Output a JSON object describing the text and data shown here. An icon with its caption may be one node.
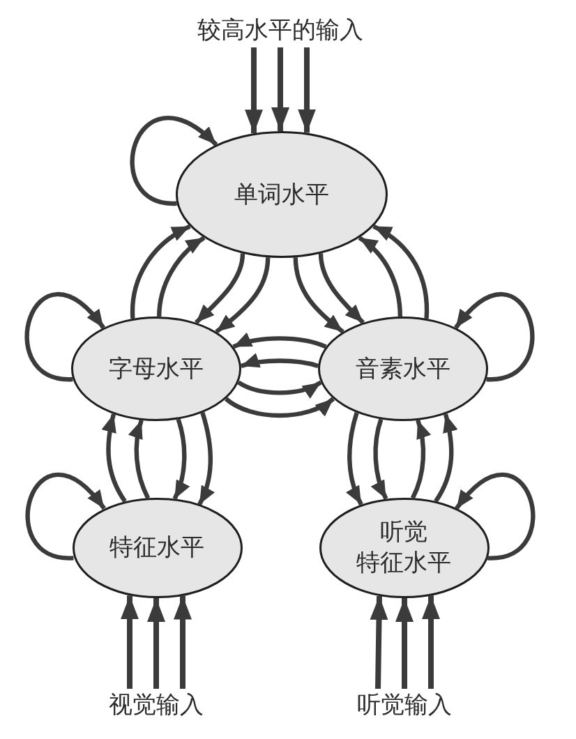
{
  "diagram": {
    "nodes": [
      {
        "text": [
          "较高水平的输入"
        ]
      },
      {
        "text": [
          "单词水平"
        ]
      },
      {
        "text": [
          "字母水平"
        ]
      },
      {
        "text": [
          "音素水平"
        ]
      },
      {
        "text": [
          "特征水平"
        ]
      },
      {
        "text": [
          "听觉特征水平"
        ]
      },
      {
        "text": [
          "视觉输入"
        ]
      },
      {
        "text": [
          "听觉输入"
        ]
      }
    ],
    "edges": [
      {
        "from": 0,
        "to": 1,
        "arrow": "to"
      },
      {
        "from": 0,
        "to": 1,
        "arrow": "to"
      },
      {
        "from": 0,
        "to": 1,
        "arrow": "to"
      },
      {
        "from": 1,
        "to": 1,
        "arrow": "to"
      },
      {
        "from": 2,
        "to": 2,
        "arrow": "to"
      },
      {
        "from": 3,
        "to": 3,
        "arrow": "to"
      },
      {
        "from": 4,
        "to": 4,
        "arrow": "to"
      },
      {
        "from": 5,
        "to": 5,
        "arrow": "to"
      },
      {
        "from": 2,
        "to": 1,
        "arrow": "to"
      },
      {
        "from": 2,
        "to": 1,
        "arrow": "to"
      },
      {
        "from": 1,
        "to": 2,
        "arrow": "to"
      },
      {
        "from": 1,
        "to": 2,
        "arrow": "to"
      },
      {
        "from": 1,
        "to": 3,
        "arrow": "to"
      },
      {
        "from": 1,
        "to": 3,
        "arrow": "to"
      },
      {
        "from": 3,
        "to": 1,
        "arrow": "to"
      },
      {
        "from": 3,
        "to": 1,
        "arrow": "to"
      },
      {
        "from": 3,
        "to": 2,
        "arrow": "to"
      },
      {
        "from": 3,
        "to": 2,
        "arrow": "to"
      },
      {
        "from": 2,
        "to": 3,
        "arrow": "to"
      },
      {
        "from": 2,
        "to": 3,
        "arrow": "to"
      },
      {
        "from": 4,
        "to": 2,
        "arrow": "to"
      },
      {
        "from": 4,
        "to": 2,
        "arrow": "to"
      },
      {
        "from": 2,
        "to": 4,
        "arrow": "to"
      },
      {
        "from": 2,
        "to": 4,
        "arrow": "to"
      },
      {
        "from": 3,
        "to": 5,
        "arrow": "to"
      },
      {
        "from": 3,
        "to": 5,
        "arrow": "to"
      },
      {
        "from": 5,
        "to": 3,
        "arrow": "to"
      },
      {
        "from": 5,
        "to": 3,
        "arrow": "to"
      },
      {
        "from": 6,
        "to": 4,
        "arrow": "to"
      },
      {
        "from": 6,
        "to": 4,
        "arrow": "to"
      },
      {
        "from": 6,
        "to": 4,
        "arrow": "to"
      },
      {
        "from": 7,
        "to": 5,
        "arrow": "to"
      },
      {
        "from": 7,
        "to": 5,
        "arrow": "to"
      },
      {
        "from": 7,
        "to": 5,
        "arrow": "to"
      }
    ]
  }
}
